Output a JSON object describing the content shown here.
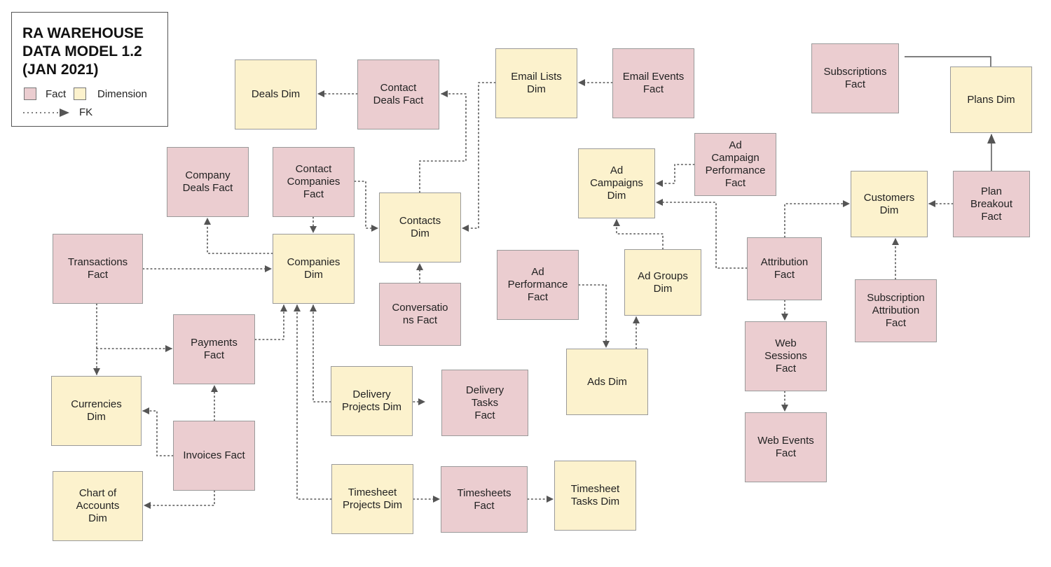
{
  "legend": {
    "title": "RA WAREHOUSE\nDATA MODEL 1.2\n(JAN 2021)",
    "fact_label": "Fact",
    "dimension_label": "Dimension",
    "fk_label": "FK"
  },
  "colors": {
    "fact": "#ebcdd0",
    "dimension": "#fcf2cd",
    "border": "#9a9a9a",
    "edge": "#555555"
  },
  "entities": {
    "deals_dim": "Deals Dim",
    "contact_deals_fact": "Contact\nDeals Fact",
    "email_lists_dim": "Email Lists\nDim",
    "email_events_fact": "Email Events\nFact",
    "subscriptions_fact": "Subscriptions\nFact",
    "plans_dim": "Plans Dim",
    "company_deals_fact": "Company\nDeals Fact",
    "contact_companies_fact": "Contact\nCompanies\nFact",
    "contacts_dim": "Contacts\nDim",
    "ad_campaigns_dim": "Ad\nCampaigns\nDim",
    "ad_campaign_performance_fact": "Ad\nCampaign\nPerformance\nFact",
    "customers_dim": "Customers\nDim",
    "plan_breakout_fact": "Plan\nBreakout\nFact",
    "transactions_fact": "Transactions\nFact",
    "companies_dim": "Companies\nDim",
    "ad_performance_fact": "Ad\nPerformance\nFact",
    "ad_groups_dim": "Ad Groups\nDim",
    "attribution_fact": "Attribution\nFact",
    "subscription_attribution_fact": "Subscription\nAttribution\nFact",
    "conversations_fact": "Conversatio\nns Fact",
    "payments_fact": "Payments\nFact",
    "web_sessions_fact": "Web\nSessions\nFact",
    "ads_dim": "Ads Dim",
    "currencies_dim": "Currencies\nDim",
    "delivery_projects_dim": "Delivery\nProjects Dim",
    "delivery_tasks_fact": "Delivery\nTasks\nFact",
    "invoices_fact": "Invoices Fact",
    "web_events_fact": "Web Events\nFact",
    "chart_of_accounts_dim": "Chart of\nAccounts\nDim",
    "timesheet_projects_dim": "Timesheet\nProjects Dim",
    "timesheets_fact": "Timesheets\nFact",
    "timesheet_tasks_dim": "Timesheet\nTasks Dim"
  },
  "relationships": [
    {
      "from": "contact_deals_fact",
      "to": "deals_dim",
      "style": "dotted"
    },
    {
      "from": "email_events_fact",
      "to": "email_lists_dim",
      "style": "dotted"
    },
    {
      "from": "contacts_dim",
      "to": "contact_deals_fact",
      "style": "dotted"
    },
    {
      "from": "email_lists_dim",
      "to": "contacts_dim",
      "style": "dotted"
    },
    {
      "from": "subscriptions_fact",
      "to": "plans_dim",
      "style": "solid"
    },
    {
      "from": "plan_breakout_fact",
      "to": "plans_dim",
      "style": "solid"
    },
    {
      "from": "contact_companies_fact",
      "to": "companies_dim",
      "style": "dotted"
    },
    {
      "from": "contact_companies_fact",
      "to": "contacts_dim",
      "style": "dotted"
    },
    {
      "from": "companies_dim",
      "to": "company_deals_fact",
      "style": "dotted"
    },
    {
      "from": "transactions_fact",
      "to": "companies_dim",
      "style": "dotted"
    },
    {
      "from": "transactions_fact",
      "to": "currencies_dim",
      "style": "dotted"
    },
    {
      "from": "transactions_fact",
      "to": "payments_fact",
      "style": "dotted"
    },
    {
      "from": "payments_fact",
      "to": "companies_dim",
      "style": "dotted"
    },
    {
      "from": "invoices_fact",
      "to": "payments_fact",
      "style": "dotted"
    },
    {
      "from": "invoices_fact",
      "to": "currencies_dim",
      "style": "dotted"
    },
    {
      "from": "invoices_fact",
      "to": "chart_of_accounts_dim",
      "style": "dotted"
    },
    {
      "from": "conversations_fact",
      "to": "contacts_dim",
      "style": "dotted"
    },
    {
      "from": "delivery_projects_dim",
      "to": "companies_dim",
      "style": "dotted"
    },
    {
      "from": "delivery_tasks_fact",
      "to": "delivery_projects_dim",
      "style": "dotted"
    },
    {
      "from": "timesheet_projects_dim",
      "to": "companies_dim",
      "style": "dotted"
    },
    {
      "from": "timesheet_projects_dim",
      "to": "timesheets_fact",
      "style": "dotted"
    },
    {
      "from": "timesheets_fact",
      "to": "timesheet_tasks_dim",
      "style": "dotted"
    },
    {
      "from": "ad_campaign_performance_fact",
      "to": "ad_campaigns_dim",
      "style": "dotted"
    },
    {
      "from": "ad_groups_dim",
      "to": "ad_campaigns_dim",
      "style": "dotted"
    },
    {
      "from": "attribution_fact",
      "to": "ad_campaigns_dim",
      "style": "dotted"
    },
    {
      "from": "ad_performance_fact",
      "to": "ads_dim",
      "style": "dotted"
    },
    {
      "from": "ads_dim",
      "to": "ad_groups_dim",
      "style": "dotted"
    },
    {
      "from": "attribution_fact",
      "to": "customers_dim",
      "style": "dotted"
    },
    {
      "from": "plan_breakout_fact",
      "to": "customers_dim",
      "style": "dotted"
    },
    {
      "from": "subscription_attribution_fact",
      "to": "customers_dim",
      "style": "dotted"
    },
    {
      "from": "attribution_fact",
      "to": "web_sessions_fact",
      "style": "dotted"
    },
    {
      "from": "web_sessions_fact",
      "to": "web_events_fact",
      "style": "dotted"
    }
  ]
}
